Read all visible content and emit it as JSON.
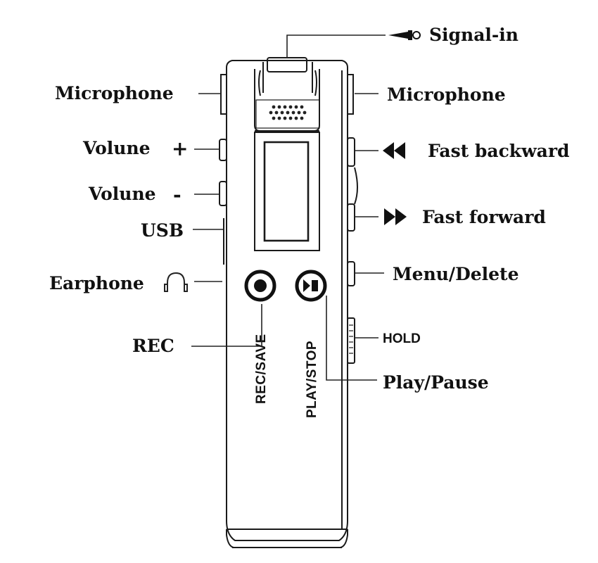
{
  "labels": {
    "signal_in": "Signal-in",
    "microphone_left": "Microphone",
    "microphone_right": "Microphone",
    "volume_plus": "Volune",
    "volume_plus_sign": "+",
    "volume_minus": "Volune",
    "volume_minus_sign": "-",
    "usb": "USB",
    "earphone": "Earphone",
    "rec": "REC",
    "fast_backward": "Fast backward",
    "fast_forward": "Fast forward",
    "menu_delete": "Menu/Delete",
    "hold": "HOLD",
    "play_pause": "Play/Pause"
  },
  "device": {
    "rec_save_text": "REC/SAVE",
    "play_stop_text": "PLAY/STOP"
  },
  "icons": {
    "signal_in": "plug-icon",
    "earphone": "headphone-icon",
    "fast_backward": "rewind-icon",
    "fast_forward": "fast-forward-icon",
    "rec_button": "record-dot-icon",
    "play_button": "play-pause-icon"
  },
  "colors": {
    "line": "#1a1a1a",
    "background": "#ffffff"
  }
}
